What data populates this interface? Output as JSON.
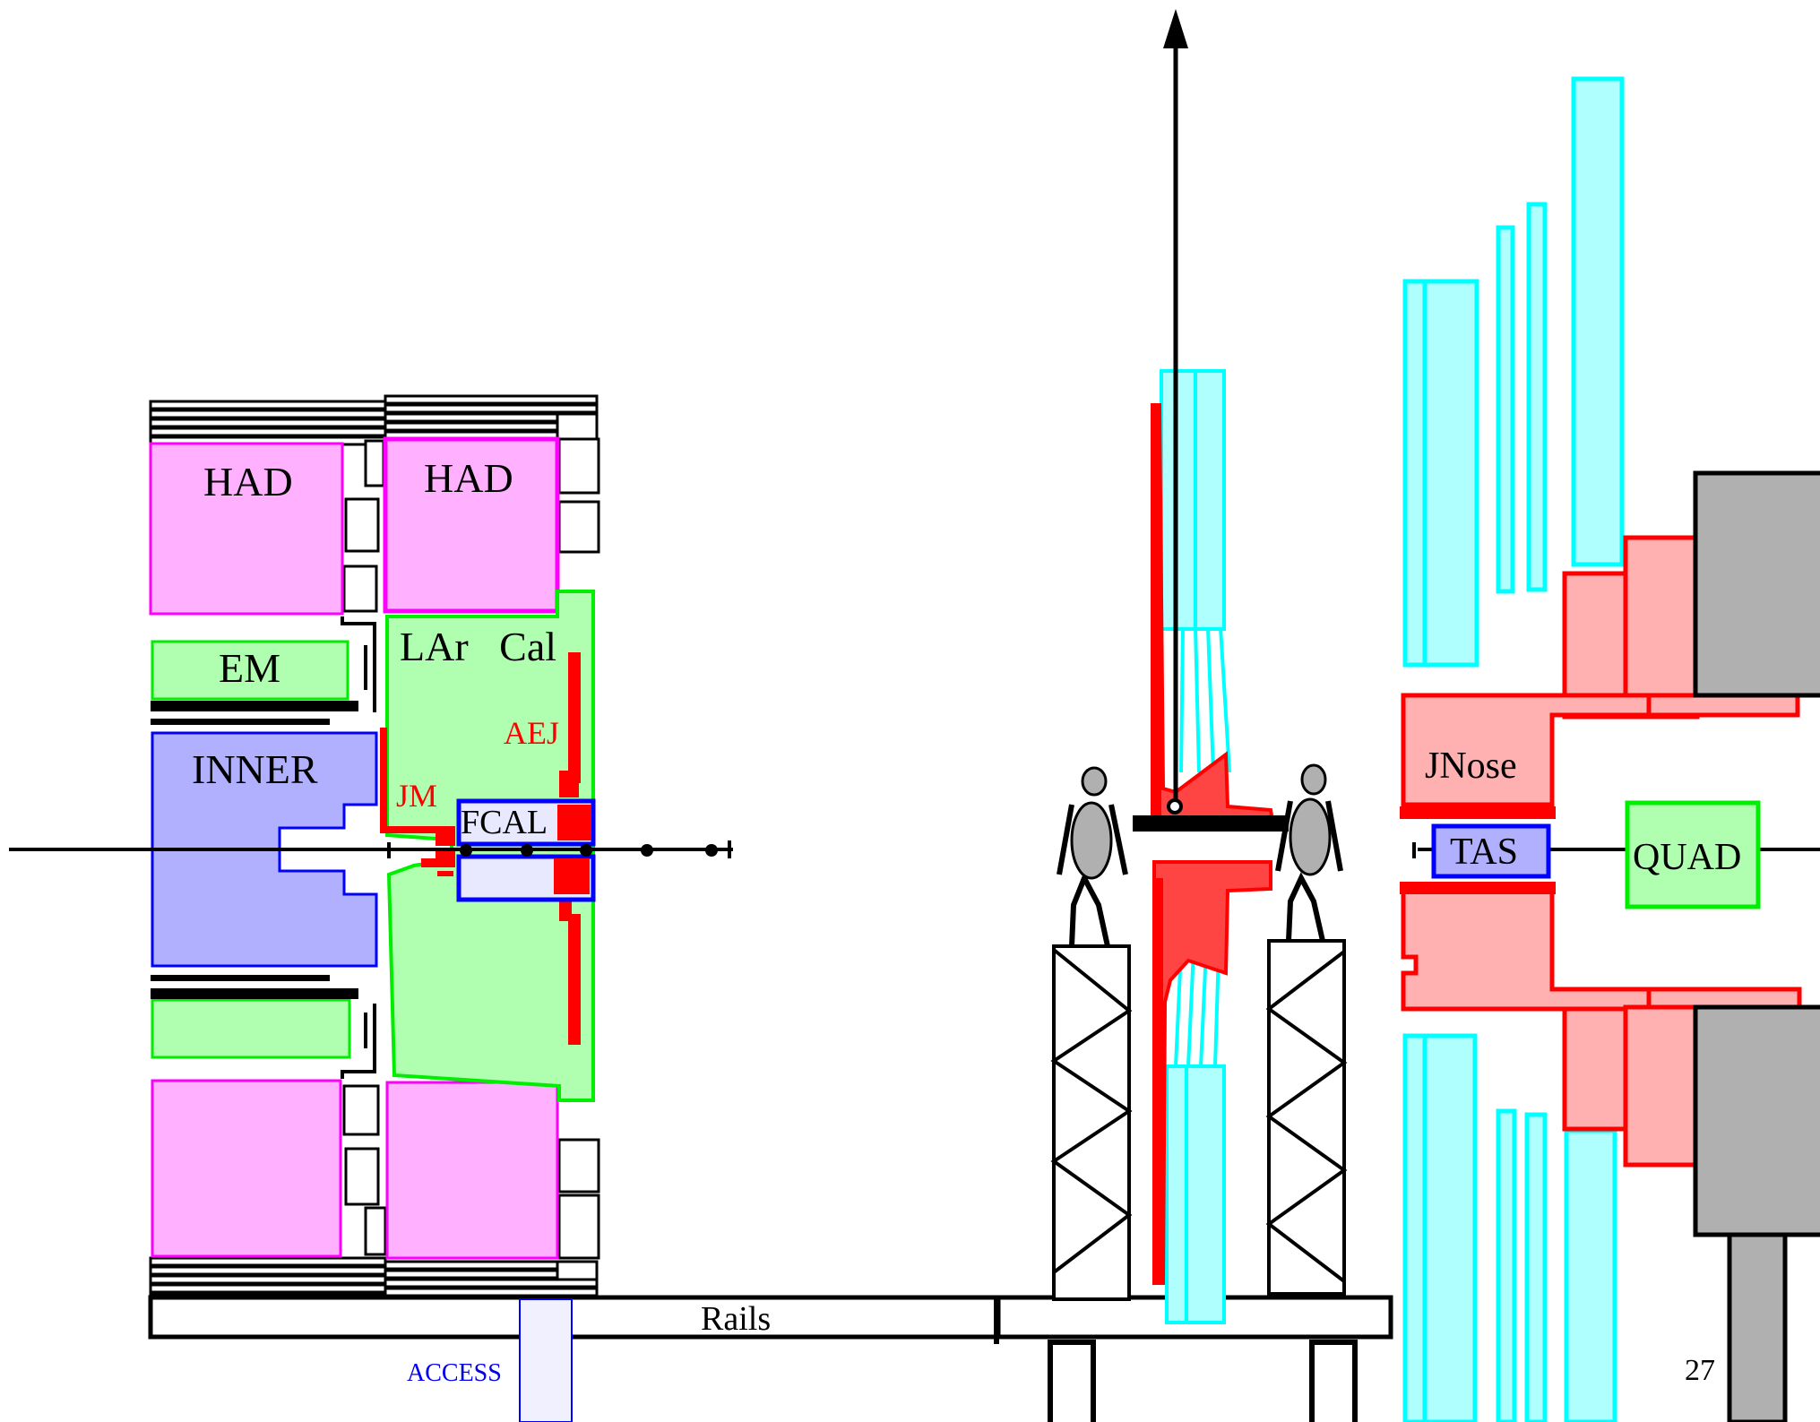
{
  "labels": {
    "had_left": "HAD",
    "had_right": "HAD",
    "lar_cal": "LAr   Cal",
    "em": "EM",
    "inner": "INNER",
    "aej": "AEJ",
    "jm": "JM",
    "fcal": "FCAL",
    "jnose": "JNose",
    "tas": "TAS",
    "quad": "QUAD",
    "rails": "Rails",
    "access": "ACCESS",
    "page_number": "27"
  },
  "colors": {
    "had": "#ffb0ff",
    "had_stroke": "#ff00ff",
    "green": "#b0ffb0",
    "green_stroke": "#00ee00",
    "inner": "#b0b0ff",
    "blue_stroke": "#0000ff",
    "red": "#ff0000",
    "pink": "#ffb0b0",
    "cyan": "#b0ffff",
    "cyan_stroke": "#00ffff",
    "gray": "#b0b0b0"
  }
}
